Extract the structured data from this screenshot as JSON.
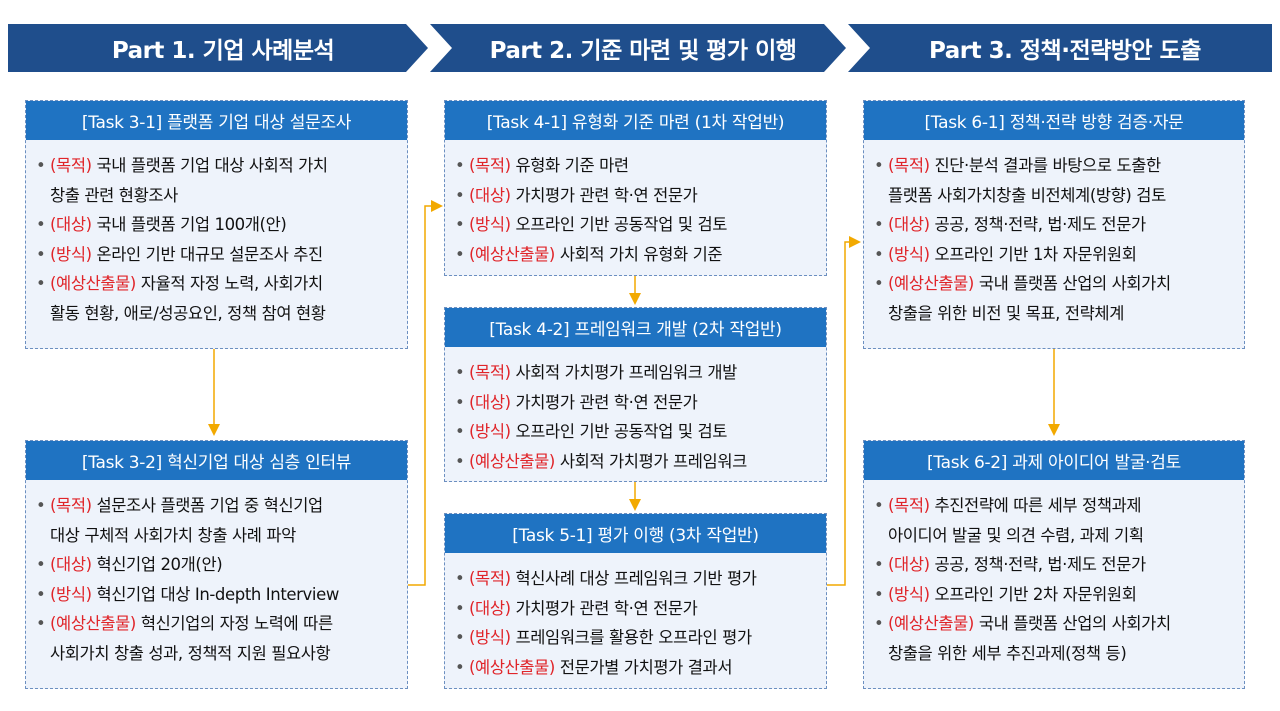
{
  "parts": [
    {
      "label": "Part 1. 기업 사례분석"
    },
    {
      "label": "Part 2. 기준 마련 및 평가 이행"
    },
    {
      "label": "Part 3. 정책·전략방안 도출"
    }
  ],
  "tasks": {
    "t31": {
      "title": "[Task 3-1] 플랫폼 기업 대상 설문조사",
      "items": [
        {
          "tag": "(목적)",
          "text": " 국내 플랫폼 기업 대상 사회적 가치",
          "cont": "창출 관련 현황조사"
        },
        {
          "tag": "(대상)",
          "text": " 국내 플랫폼 기업 100개(안)"
        },
        {
          "tag": "(방식)",
          "text": " 온라인 기반 대규모 설문조사 추진"
        },
        {
          "tag": "(예상산출물)",
          "text": " 자율적 자정 노력, 사회가치",
          "cont": "활동 현황, 애로/성공요인, 정책 참여 현황"
        }
      ]
    },
    "t32": {
      "title": "[Task 3-2] 혁신기업 대상 심층 인터뷰",
      "items": [
        {
          "tag": "(목적)",
          "text": " 설문조사 플랫폼 기업 중 혁신기업",
          "cont": "대상 구체적 사회가치 창출 사례 파악"
        },
        {
          "tag": "(대상)",
          "text": " 혁신기업 20개(안)"
        },
        {
          "tag": "(방식)",
          "text": " 혁신기업 대상 In-depth Interview"
        },
        {
          "tag": "(예상산출물)",
          "text": " 혁신기업의 자정 노력에 따른",
          "cont": "사회가치 창출 성과, 정책적 지원 필요사항"
        }
      ]
    },
    "t41": {
      "title": "[Task 4-1] 유형화 기준 마련 (1차 작업반)",
      "items": [
        {
          "tag": "(목적)",
          "text": " 유형화 기준 마련"
        },
        {
          "tag": "(대상)",
          "text": " 가치평가 관련 학·연 전문가"
        },
        {
          "tag": "(방식)",
          "text": " 오프라인 기반 공동작업 및 검토"
        },
        {
          "tag": "(예상산출물)",
          "text": " 사회적 가치 유형화 기준"
        }
      ]
    },
    "t42": {
      "title": "[Task 4-2] 프레임워크 개발 (2차 작업반)",
      "items": [
        {
          "tag": "(목적)",
          "text": " 사회적 가치평가 프레임워크 개발"
        },
        {
          "tag": "(대상)",
          "text": " 가치평가 관련 학·연 전문가"
        },
        {
          "tag": "(방식)",
          "text": " 오프라인 기반 공동작업 및 검토"
        },
        {
          "tag": "(예상산출물)",
          "text": " 사회적 가치평가 프레임워크"
        }
      ]
    },
    "t51": {
      "title": "[Task 5-1] 평가 이행 (3차 작업반)",
      "items": [
        {
          "tag": "(목적)",
          "text": " 혁신사례 대상 프레임워크 기반 평가"
        },
        {
          "tag": "(대상)",
          "text": " 가치평가 관련 학·연 전문가"
        },
        {
          "tag": "(방식)",
          "text": " 프레임워크를 활용한 오프라인 평가"
        },
        {
          "tag": "(예상산출물)",
          "text": " 전문가별 가치평가 결과서"
        }
      ]
    },
    "t61": {
      "title": "[Task 6-1] 정책·전략 방향 검증·자문",
      "items": [
        {
          "tag": "(목적)",
          "text": " 진단·분석 결과를 바탕으로 도출한",
          "cont": "플랫폼 사회가치창출 비전체계(방향) 검토"
        },
        {
          "tag": "(대상)",
          "text": " 공공, 정책·전략, 법·제도 전문가"
        },
        {
          "tag": "(방식)",
          "text": " 오프라인 기반 1차 자문위원회"
        },
        {
          "tag": "(예상산출물)",
          "text": " 국내 플랫폼 산업의 사회가치",
          "cont": "창출을 위한 비전 및 목표, 전략체계"
        }
      ]
    },
    "t62": {
      "title": "[Task 6-2] 과제 아이디어 발굴·검토",
      "items": [
        {
          "tag": "(목적)",
          "text": " 추진전략에 따른 세부 정책과제",
          "cont": "아이디어 발굴 및 의견 수렴, 과제 기획"
        },
        {
          "tag": "(대상)",
          "text": " 공공, 정책·전략, 법·제도 전문가"
        },
        {
          "tag": "(방식)",
          "text": " 오프라인 기반 2차 자문위원회"
        },
        {
          "tag": "(예상산출물)",
          "text": " 국내 플랫폼 산업의 사회가치",
          "cont": "창출을 위한 세부 추진과제(정책 등)"
        }
      ]
    }
  },
  "colors": {
    "part_bg": "#1f4e8c",
    "header_bg": "#1f73c2",
    "tag": "#e0252a",
    "arrow": "#f2a900",
    "box_bg": "#eef3fb"
  }
}
